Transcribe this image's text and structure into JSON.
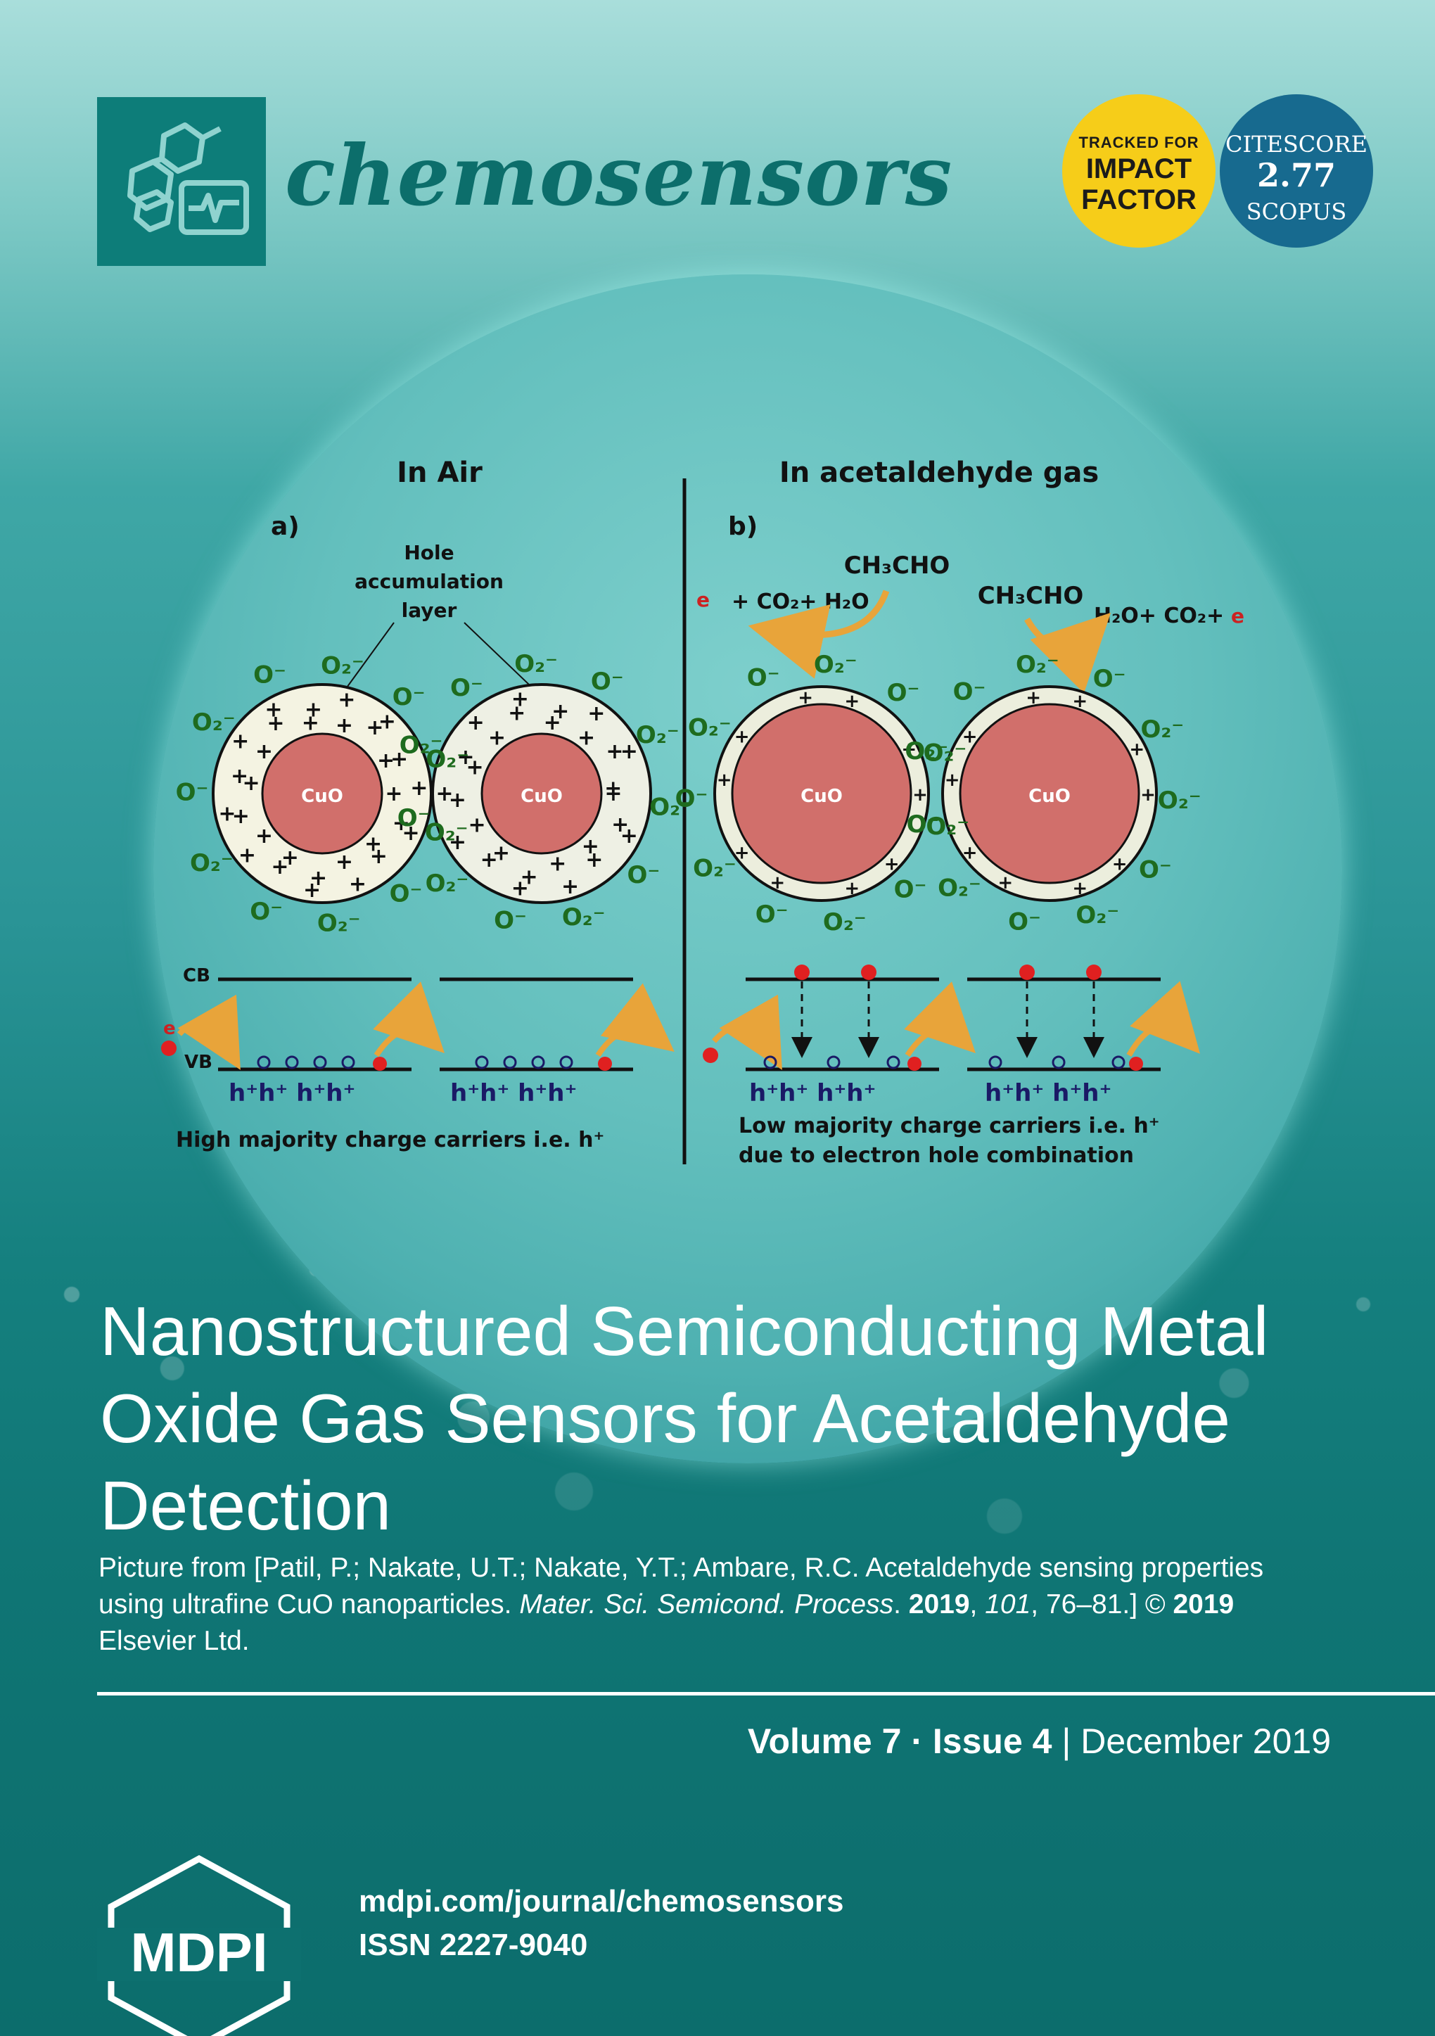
{
  "header": {
    "journal_name": "chemosensors",
    "badge_impact": {
      "line1": "TRACKED FOR",
      "line2": "IMPACT",
      "line3": "FACTOR"
    },
    "badge_citescore": {
      "line1": "CITESCORE",
      "score": "2.77",
      "line3": "SCOPUS"
    }
  },
  "figure": {
    "panel_a": {
      "heading": "In Air",
      "label": "a)",
      "annotation_line1": "Hole",
      "annotation_line2": "accumulation",
      "annotation_line3": "layer",
      "core_label": "CuO",
      "cb": "CB",
      "vb": "VB",
      "electron": "e",
      "hole_labels": "h⁺h⁺ h⁺h⁺",
      "caption": "High majority charge carriers i.e. h⁺"
    },
    "panel_b": {
      "heading": "In  acetaldehyde gas",
      "label": "b)",
      "reaction_left": "+ CO₂+ H₂O",
      "reactant_left": "CH₃CHO",
      "reactant_right": "CH₃CHO",
      "reaction_right": "H₂O+ CO₂+",
      "core_label": "CuO",
      "caption_line1": "Low majority charge carriers i.e. h⁺",
      "caption_line2": "due to electron hole combination"
    },
    "ion_labels": [
      "O₂⁻",
      "O⁻"
    ]
  },
  "article": {
    "title": "Nanostructured Semiconducting Metal Oxide Gas Sensors for Acetaldehyde Detection",
    "caption_pre": "Picture from [Patil, P.; Nakate, U.T.; Nakate, Y.T.; Ambare, R.C. Acetaldehyde sensing properties using ultrafine CuO nanoparticles. ",
    "caption_journal": "Mater. Sci. Semicond. Process",
    "caption_mid1": ". ",
    "caption_year": "2019",
    "caption_mid2": ", ",
    "caption_volume": "101",
    "caption_mid3": ", 76–81.] © ",
    "caption_year2": "2019",
    "caption_post": " Elsevier Ltd."
  },
  "issue": {
    "volume": "Volume 7",
    "separator_dot": " · ",
    "issue": "Issue 4",
    "separator_bar": " | ",
    "date": "December 2019"
  },
  "footer": {
    "publisher": "MDPI",
    "url": "mdpi.com/journal/chemosensors",
    "issn": "ISSN 2227-9040"
  },
  "colors": {
    "teal_dark": "#0c6e6b",
    "badge_yellow": "#f6cd19",
    "badge_blue": "#176a8f",
    "cuo_core": "#d16f6b",
    "ion_green": "#1e6b1e"
  }
}
